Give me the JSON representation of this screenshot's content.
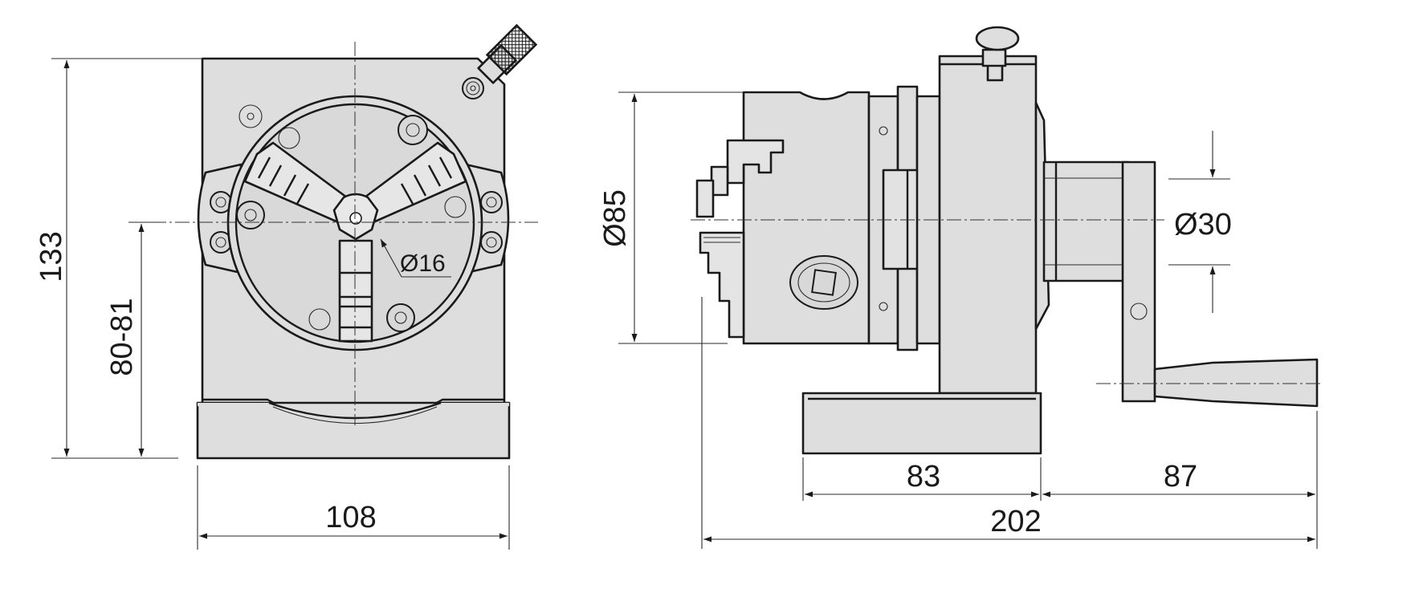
{
  "dimensions": {
    "height_overall": "133",
    "center_height": "80-81",
    "base_width": "108",
    "chuck_diameter": "Ø85",
    "bore_diameter": "Ø16",
    "spindle_diameter": "Ø30",
    "base_length": "83",
    "handle_length": "87",
    "total_length": "202"
  },
  "colors": {
    "part_fill": "#dedede",
    "line": "#1a1a1a"
  }
}
